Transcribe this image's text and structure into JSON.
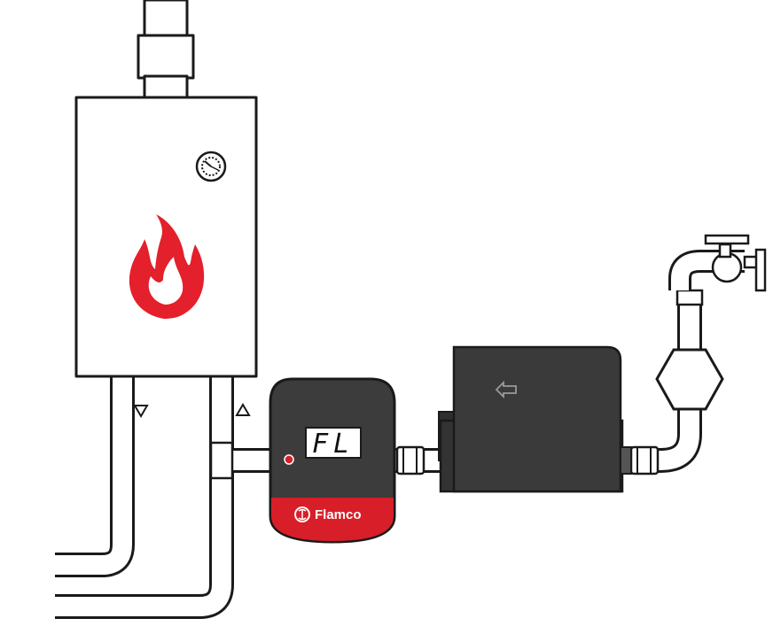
{
  "display": {
    "code": "FL"
  },
  "brand": {
    "name": "Flamco"
  },
  "colors": {
    "outline": "#1a1a1a",
    "flame_red": "#e3202b",
    "device_body": "#3c3c3c",
    "filter_body": "#3a3a3a",
    "brand_red": "#d81e28"
  },
  "icons": {
    "flue": "chimney-pipe",
    "gauge": "pressure-gauge-icon",
    "flame": "flame-icon",
    "flow_down": "triangle-down-icon",
    "flow_up": "triangle-up-icon",
    "flow_direction": "arrow-left-icon",
    "tap": "water-tap-icon"
  }
}
